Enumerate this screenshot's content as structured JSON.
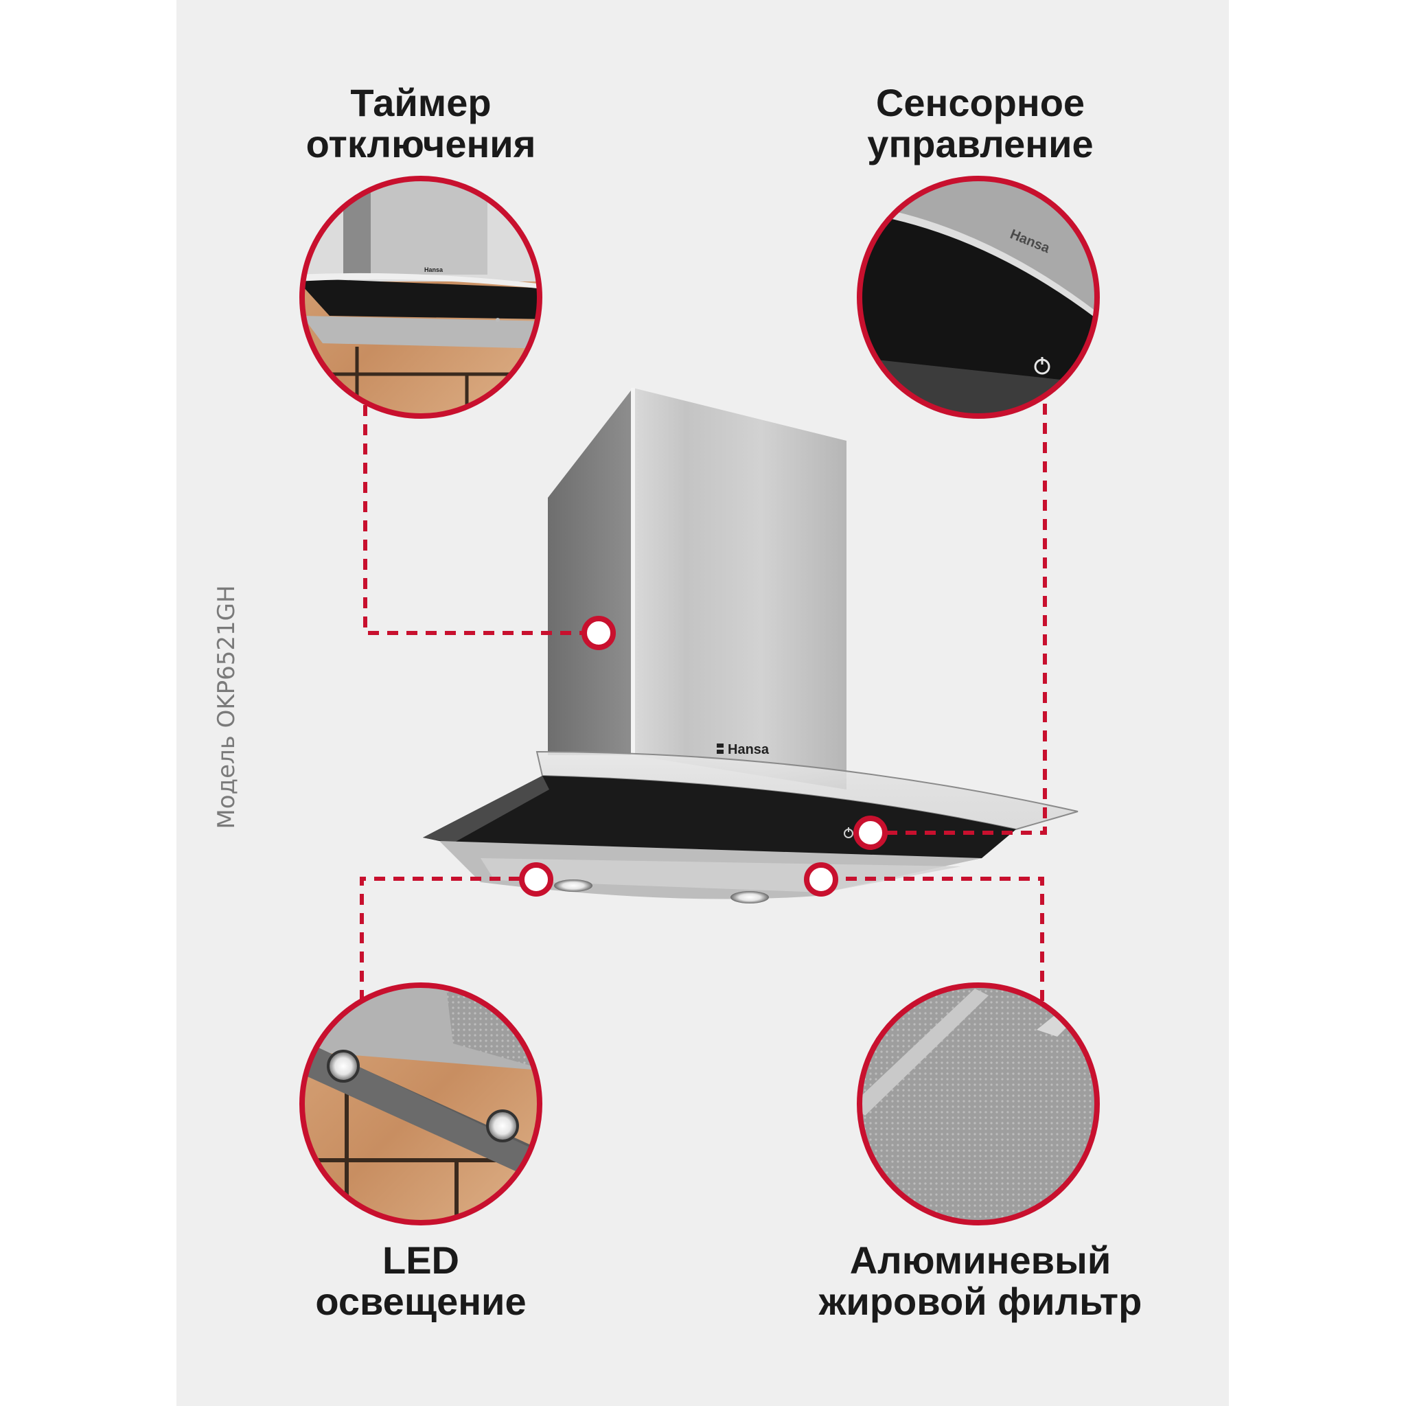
{
  "features": {
    "timer": {
      "line1": "Таймер",
      "line2": "отключения"
    },
    "touch": {
      "line1": "Сенсорное",
      "line2": "управление"
    },
    "led": {
      "line1": "LED",
      "line2": "освещение"
    },
    "filter": {
      "line1": "Алюминевый",
      "line2": "жировой фильтр"
    }
  },
  "model_label": "Модель OKP6521GH",
  "brand": "Hansa",
  "colors": {
    "accent": "#c8102e",
    "panel_bg": "#efefef",
    "glass": "#151515",
    "steel": "#b9b9b9"
  },
  "icons": [
    "power-icon",
    "hansa-logo",
    "led-spot-icon"
  ]
}
